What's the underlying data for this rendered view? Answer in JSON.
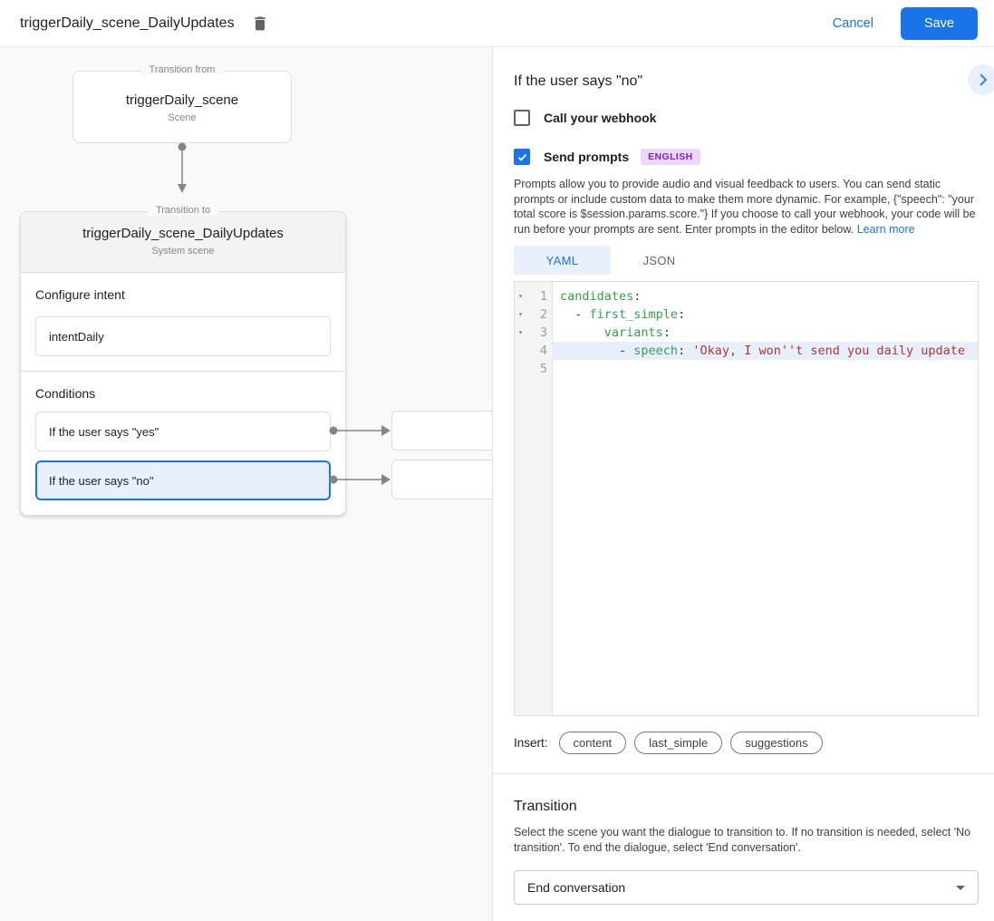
{
  "topbar": {
    "title": "triggerDaily_scene_DailyUpdates",
    "cancel_label": "Cancel",
    "save_label": "Save"
  },
  "diagram": {
    "from_box": {
      "legend": "Transition from",
      "title": "triggerDaily_scene",
      "subtitle": "Scene"
    },
    "to_box": {
      "legend": "Transition to",
      "title": "triggerDaily_scene_DailyUpdates",
      "subtitle": "System scene"
    },
    "configure_intent": {
      "label": "Configure intent",
      "value": "intentDaily"
    },
    "conditions": {
      "label": "Conditions",
      "items": [
        {
          "label": "If the user says \"yes\"",
          "selected": false
        },
        {
          "label": "If the user says \"no\"",
          "selected": true
        }
      ]
    }
  },
  "panel": {
    "title": "If the user says \"no\"",
    "webhook_checkbox": {
      "label": "Call your webhook",
      "checked": false
    },
    "prompts_checkbox": {
      "label": "Send prompts",
      "checked": true,
      "badge": "ENGLISH"
    },
    "description": "Prompts allow you to provide audio and visual feedback to users. You can send static prompts or include custom data to make them more dynamic. For example, {\"speech\": \"your total score is $session.params.score.\"} If you choose to call your webhook, your code will be run before your prompts are sent. Enter prompts in the editor below.",
    "learn_more": "Learn more",
    "tabs": [
      {
        "label": "YAML",
        "active": true
      },
      {
        "label": "JSON",
        "active": false
      }
    ],
    "editor": {
      "lines": [
        {
          "num": 1,
          "fold": true,
          "active": false,
          "tokens": [
            {
              "t": "key",
              "v": "candidates"
            },
            {
              "t": "pun",
              "v": ":"
            }
          ]
        },
        {
          "num": 2,
          "fold": true,
          "active": false,
          "tokens": [
            {
              "t": "pun",
              "v": "  - "
            },
            {
              "t": "key",
              "v": "first_simple"
            },
            {
              "t": "pun",
              "v": ":"
            }
          ]
        },
        {
          "num": 3,
          "fold": true,
          "active": false,
          "tokens": [
            {
              "t": "pun",
              "v": "      "
            },
            {
              "t": "key",
              "v": "variants"
            },
            {
              "t": "pun",
              "v": ":"
            }
          ]
        },
        {
          "num": 4,
          "fold": false,
          "active": true,
          "tokens": [
            {
              "t": "pun",
              "v": "        - "
            },
            {
              "t": "key",
              "v": "speech"
            },
            {
              "t": "pun",
              "v": ": "
            },
            {
              "t": "str",
              "v": "'Okay, I won''t send you daily update"
            }
          ]
        },
        {
          "num": 5,
          "fold": false,
          "active": false,
          "tokens": []
        }
      ]
    },
    "insert": {
      "label": "Insert:",
      "chips": [
        "content",
        "last_simple",
        "suggestions"
      ]
    },
    "transition": {
      "title": "Transition",
      "description": "Select the scene you want the dialogue to transition to. If no transition is needed, select 'No transition'. To end the dialogue, select 'End conversation'.",
      "value": "End conversation"
    }
  },
  "colors": {
    "accent_blue": "#1a73e8",
    "canvas_bg": "#f8f9fa",
    "selected_condition_bg": "#e8f0fe",
    "card_header_bg": "#f1f3f4",
    "badge_bg": "#ecd8fc",
    "badge_text": "#7b22c2",
    "active_line_bg": "#e7effc",
    "yaml_key": "#34a047",
    "yaml_string": "#b3362b"
  }
}
